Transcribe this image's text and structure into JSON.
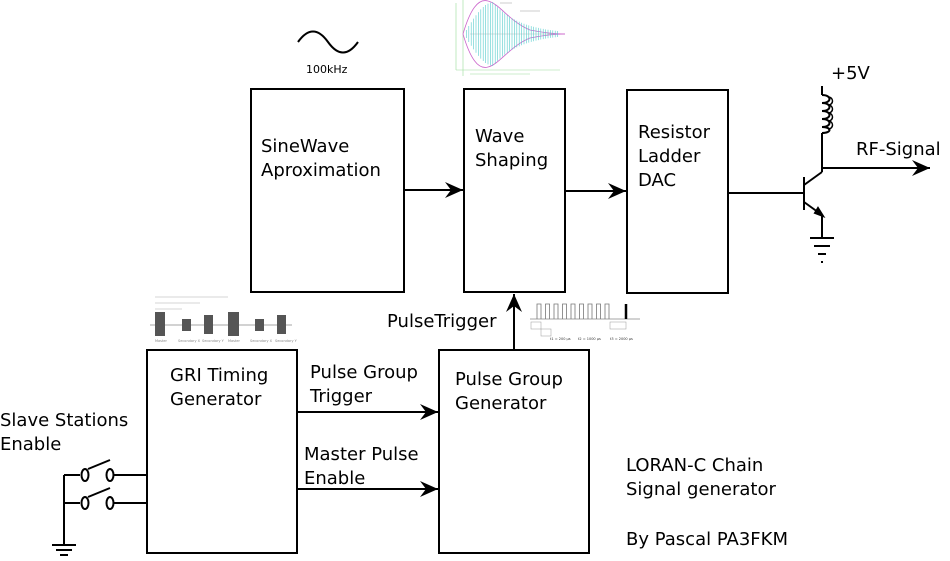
{
  "blocks": {
    "sine": "SineWave\nAproximation",
    "shaping": "Wave\nShaping",
    "dac": "Resistor\nLadder\nDAC",
    "gri": "GRI Timing\nGenerator",
    "pgg": "Pulse Group\nGenerator"
  },
  "labels": {
    "freq": "100kHz",
    "plus5v": "+5V",
    "rf": "RF-Signal",
    "pulse_trigger": "PulseTrigger",
    "pg_trigger": "Pulse Group\nTrigger",
    "master_enable": "Master Pulse\nEnable",
    "slave_enable": "Slave Stations\nEnable"
  },
  "credits": {
    "title": "LORAN-C Chain\nSignal generator",
    "author": "By Pascal PA3FKM"
  }
}
